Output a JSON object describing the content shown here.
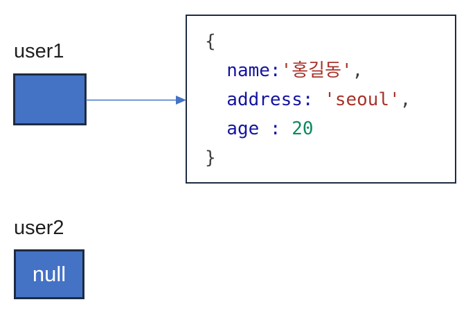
{
  "diagram": {
    "user1": {
      "label": "user1"
    },
    "user2": {
      "label": "user2",
      "value": "null"
    }
  },
  "code": {
    "lines": [
      {
        "segments": [
          {
            "text": "{",
            "type": "punct"
          }
        ]
      },
      {
        "segments": [
          {
            "text": "  name:",
            "type": "key"
          },
          {
            "text": "'홍길동'",
            "type": "string"
          },
          {
            "text": ",",
            "type": "punct"
          }
        ]
      },
      {
        "segments": [
          {
            "text": "  address: ",
            "type": "key"
          },
          {
            "text": "'seoul'",
            "type": "string"
          },
          {
            "text": ",",
            "type": "punct"
          }
        ]
      },
      {
        "segments": [
          {
            "text": "  age : ",
            "type": "key"
          },
          {
            "text": "20",
            "type": "number"
          }
        ]
      },
      {
        "segments": [
          {
            "text": "}",
            "type": "punct"
          }
        ]
      }
    ]
  },
  "colors": {
    "box_fill": "#4472C4",
    "box_border": "#1C2B40",
    "arrow": "#4472C4",
    "label_text": "#1F1F1F",
    "null_text": "#FFFFFF",
    "code_key": "#1414A0",
    "code_string": "#A8332B",
    "code_number": "#0A8A5C",
    "code_punct": "#3F3F3F"
  }
}
